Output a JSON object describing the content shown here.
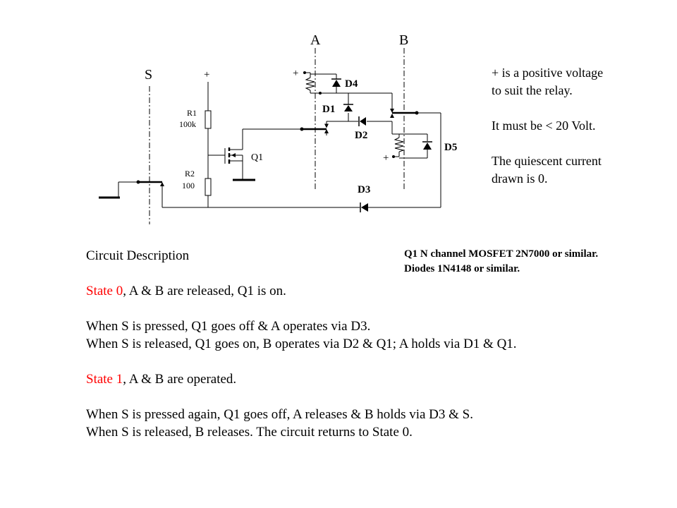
{
  "schematic": {
    "labels": {
      "s": "S",
      "a": "A",
      "b": "B",
      "plus_r1": "+",
      "plus_a": "+",
      "plus_b": "+",
      "r1": "R1",
      "r1_val": "100k",
      "r2": "R2",
      "r2_val": "100",
      "q1": "Q1",
      "d1": "D1",
      "d2": "D2",
      "d3": "D3",
      "d4": "D4",
      "d5": "D5"
    }
  },
  "notes": {
    "line1": "+ is a positive voltage",
    "line2": "to suit the relay.",
    "line3": "It must be < 20 Volt.",
    "line4": "The quiescent current",
    "line5": "drawn is 0."
  },
  "parts": {
    "line1": "Q1  N channel MOSFET 2N7000 or similar.",
    "line2": "Diodes 1N4148 or similar."
  },
  "description": {
    "heading": "Circuit Description",
    "state0_label": "State 0",
    "state0_text": ", A & B are released, Q1 is on.",
    "s0_line1": "When S is pressed, Q1 goes off & A operates via D3.",
    "s0_line2": "When S is released,  Q1 goes on, B operates via D2 & Q1; A holds via D1 & Q1.",
    "state1_label": "State 1",
    "state1_text": ", A & B are operated.",
    "s1_line1": "When S is pressed again, Q1 goes off, A releases & B holds via D3 & S.",
    "s1_line2": "When S is released,  B releases.   The circuit returns to State 0."
  },
  "colors": {
    "state_label": "#ff0000",
    "ink": "#000000",
    "background": "#ffffff"
  }
}
